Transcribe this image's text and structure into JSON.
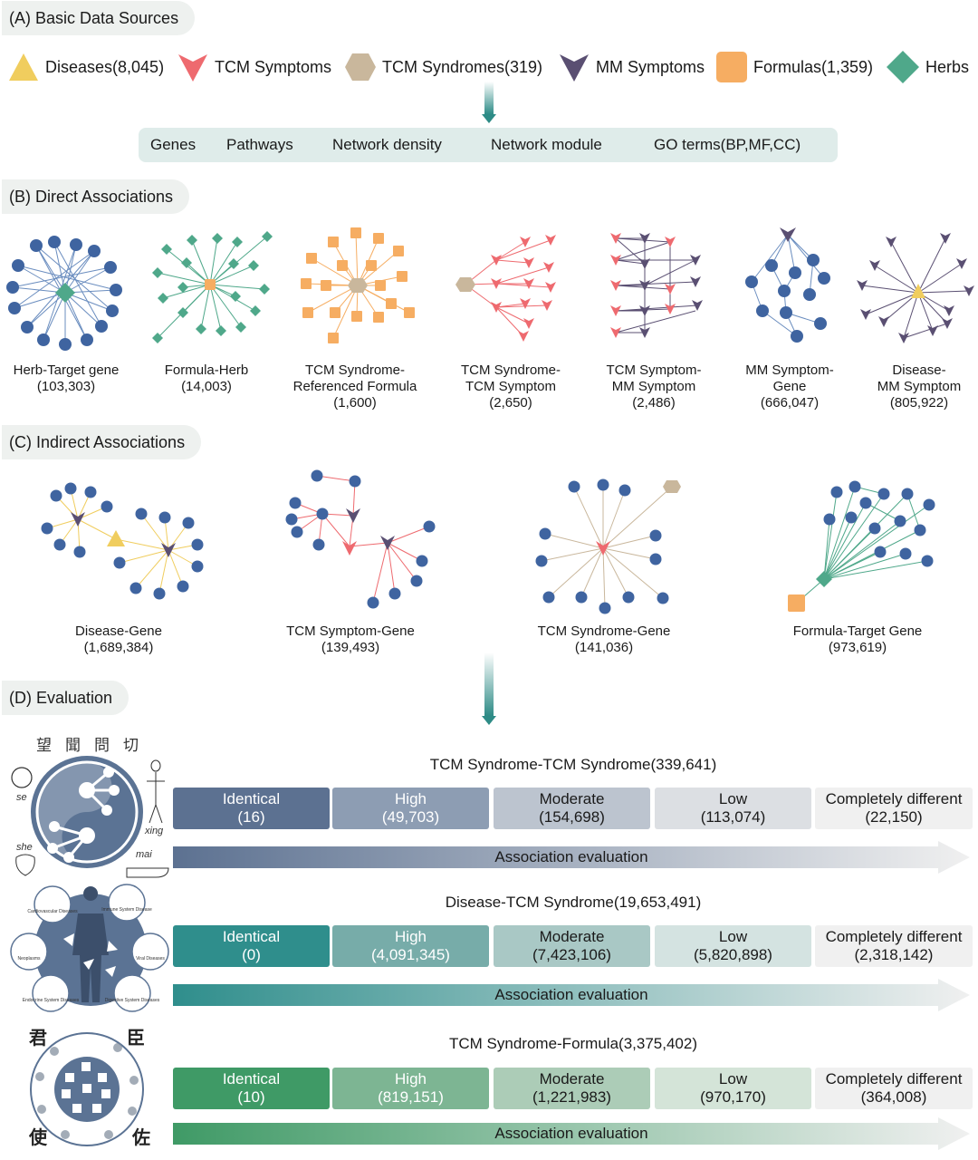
{
  "sections": {
    "a": "(A) Basic Data Sources",
    "b": "(B) Direct Associations",
    "c": "(C) Indirect Associations",
    "d": "(D) Evaluation"
  },
  "sources": [
    {
      "label": "Diseases(8,045)",
      "icon": "triangle",
      "color": "#f0cd5e"
    },
    {
      "label": "TCM Symptoms",
      "icon": "red-chevron",
      "color": "#ee6a6f"
    },
    {
      "label": "TCM Syndromes(319)",
      "icon": "hexagon",
      "color": "#c9b79c"
    },
    {
      "label": "MM Symptoms",
      "icon": "purple-chevron",
      "color": "#5a4f72"
    },
    {
      "label": "Formulas(1,359)",
      "icon": "square",
      "color": "#f6ad62"
    },
    {
      "label": "Herbs",
      "icon": "diamond",
      "color": "#4fa88a"
    }
  ],
  "features": [
    "Genes",
    "Pathways",
    "Network density",
    "Network module",
    "GO terms(BP,MF,CC)"
  ],
  "direct": [
    {
      "name": "Herb-Target gene",
      "count": "(103,303)"
    },
    {
      "name": "Formula-Herb",
      "count": "(14,003)"
    },
    {
      "name": "TCM Syndrome-",
      "name2": "Referenced Formula",
      "count": "(1,600)"
    },
    {
      "name": "TCM Syndrome-",
      "name2": "TCM Symptom",
      "count": "(2,650)"
    },
    {
      "name": "TCM Symptom-",
      "name2": "MM Symptom",
      "count": "(2,486)"
    },
    {
      "name": "MM Symptom-",
      "name2": "Gene",
      "count": "(666,047)"
    },
    {
      "name": "Disease-",
      "name2": "MM Symptom",
      "count": "(805,922)"
    }
  ],
  "indirect": [
    {
      "name": "Disease-Gene",
      "count": "(1,689,384)"
    },
    {
      "name": "TCM Symptom-Gene",
      "count": "(139,493)"
    },
    {
      "name": "TCM Syndrome-Gene",
      "count": "(141,036)"
    },
    {
      "name": "Formula-Target Gene",
      "count": "(973,619)"
    }
  ],
  "evaluation": [
    {
      "title": "TCM Syndrome-TCM Syndrome(339,641)",
      "bars": [
        {
          "label": "Identical",
          "value": "(16)"
        },
        {
          "label": "High",
          "value": "(49,703)"
        },
        {
          "label": "Moderate",
          "value": "(154,698)"
        },
        {
          "label": "Low",
          "value": "(113,074)"
        },
        {
          "label": "Completely different",
          "value": "(22,150)"
        }
      ],
      "arrow": "Association evaluation",
      "colors": [
        "#5c7191",
        "#8d9db3",
        "#bcc4cf",
        "#dcdfe3",
        "#f0f0f0"
      ]
    },
    {
      "title": "Disease-TCM Syndrome(19,653,491)",
      "bars": [
        {
          "label": "Identical",
          "value": "(0)"
        },
        {
          "label": "High",
          "value": "(4,091,345)"
        },
        {
          "label": "Moderate",
          "value": "(7,423,106)"
        },
        {
          "label": "Low",
          "value": "(5,820,898)"
        },
        {
          "label": "Completely different",
          "value": "(2,318,142)"
        }
      ],
      "arrow": "Association evaluation",
      "colors": [
        "#2f8e8c",
        "#77aca9",
        "#a9c8c5",
        "#d4e3e1",
        "#f0f0f0"
      ]
    },
    {
      "title": "TCM Syndrome-Formula(3,375,402)",
      "bars": [
        {
          "label": "Identical",
          "value": "(10)"
        },
        {
          "label": "High",
          "value": "(819,151)"
        },
        {
          "label": "Moderate",
          "value": "(1,221,983)"
        },
        {
          "label": "Low",
          "value": "(970,170)"
        },
        {
          "label": "Completely different",
          "value": "(364,008)"
        }
      ],
      "arrow": "Association evaluation",
      "colors": [
        "#3f9a66",
        "#7db593",
        "#acccb7",
        "#d4e4d8",
        "#f0f0f0"
      ]
    }
  ],
  "illustration_text": {
    "four_diagnostics": [
      "望",
      "聞",
      "問",
      "切"
    ],
    "se": "se",
    "xing": "xing",
    "she": "she",
    "mai": "mai",
    "jun": "君",
    "chen": "臣",
    "shi": "使",
    "zuo": "佐",
    "systems": [
      "Cardiovascular Diseases",
      "Immune System Disease",
      "Neoplasms",
      "Viral Diseases",
      "Endocrine System Diseases",
      "Digestive System Diseases"
    ]
  }
}
